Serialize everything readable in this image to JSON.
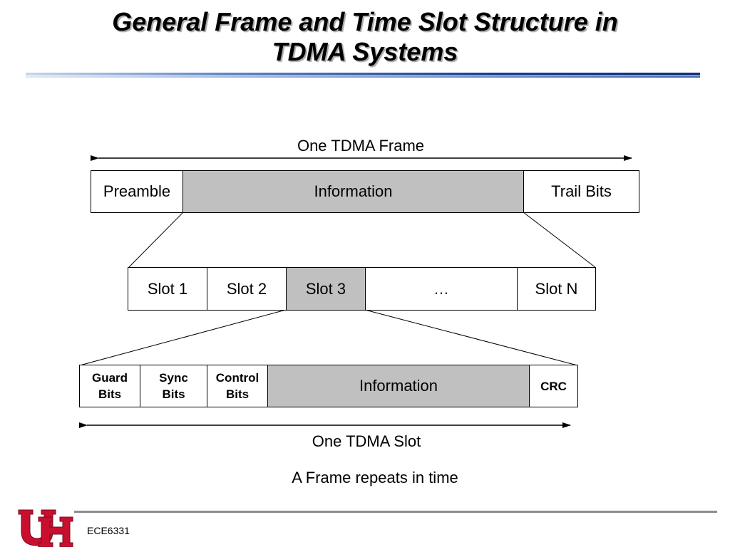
{
  "title": {
    "line1": "General Frame and Time Slot Structure in",
    "line2": "TDMA Systems"
  },
  "frame": {
    "span_label": "One TDMA Frame",
    "fields": [
      "Preamble",
      "Information",
      "Trail Bits"
    ]
  },
  "slots": {
    "fields": [
      "Slot 1",
      "Slot 2",
      "Slot 3",
      "…",
      "Slot N"
    ]
  },
  "slot_detail": {
    "fields": [
      {
        "line1": "Guard",
        "line2": "Bits"
      },
      {
        "line1": "Sync",
        "line2": "Bits"
      },
      {
        "line1": "Control",
        "line2": "Bits"
      },
      {
        "line1": "Information",
        "line2": ""
      },
      {
        "line1": "CRC",
        "line2": ""
      }
    ],
    "span_label": "One TDMA Slot"
  },
  "note": "A Frame repeats in time",
  "footer": {
    "course": "ECE6331",
    "logo_text": "UH"
  },
  "colors": {
    "highlight_fill": "#c0c0c0",
    "logo_red": "#c8102e"
  }
}
